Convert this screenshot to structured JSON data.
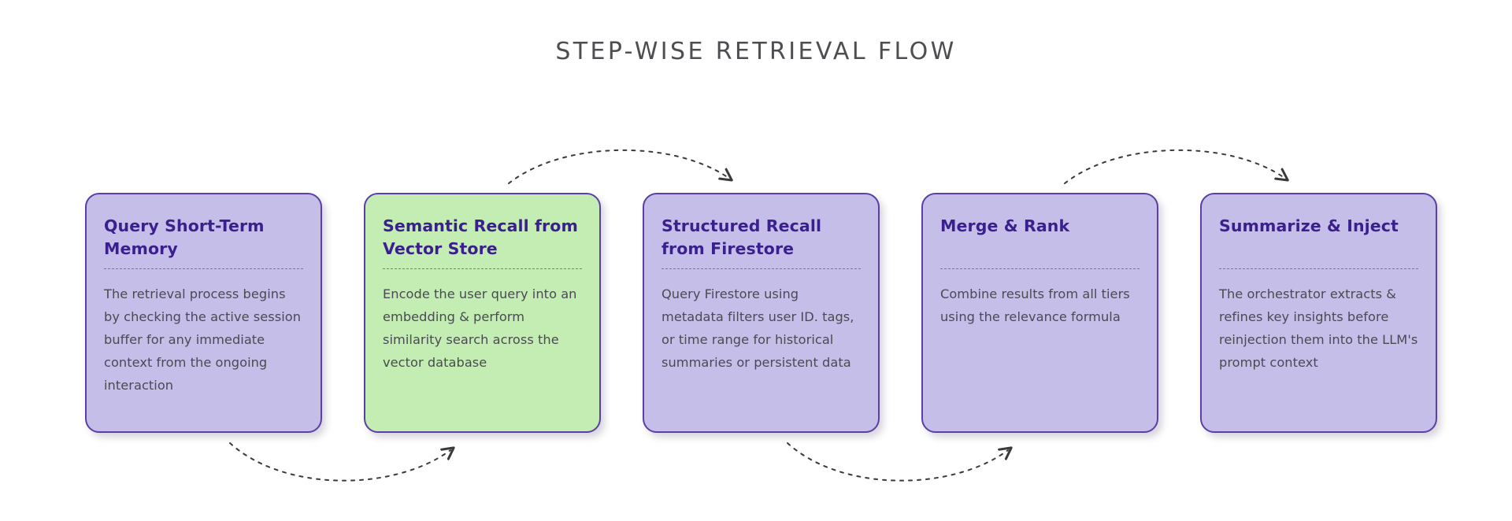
{
  "page": {
    "title": "STEP-WISE RETRIEVAL FLOW",
    "background_color": "#ffffff",
    "title_color": "#4d4d52"
  },
  "theme": {
    "card_purple_fill": "#c5bee8",
    "card_green_fill": "#c4edb4",
    "card_border": "#5b3ea8",
    "card_title_color": "#3b1f8f",
    "card_body_color": "#4a4a52",
    "divider_color": "#6d6b82",
    "arrow_color": "#3a3a3a"
  },
  "flow": {
    "steps": [
      {
        "index": 1,
        "title": "Query Short-Term Memory",
        "body": "The retrieval process begins by checking the active session buffer for any immediate context from the ongoing interaction",
        "fill": "purple"
      },
      {
        "index": 2,
        "title": "Semantic Recall from Vector Store",
        "body": "Encode the user query into an embedding & perform similarity search across the vector database",
        "fill": "green"
      },
      {
        "index": 3,
        "title": "Structured Recall from Firestore",
        "body": "Query Firestore using metadata filters user ID. tags, or time range for historical summaries or persistent data",
        "fill": "purple"
      },
      {
        "index": 4,
        "title": "Merge & Rank",
        "body": "Combine results from all tiers using the relevance formula",
        "fill": "purple"
      },
      {
        "index": 5,
        "title": "Summarize & Inject",
        "body": "The orchestrator extracts & refines key insights before reinjection them into the LLM's prompt context",
        "fill": "purple"
      }
    ],
    "connectors": [
      {
        "from": 1,
        "to": 2,
        "side": "bottom",
        "style": "dotted",
        "arrowhead": "up-right"
      },
      {
        "from": 2,
        "to": 3,
        "side": "top",
        "style": "dotted",
        "arrowhead": "down-right"
      },
      {
        "from": 3,
        "to": 4,
        "side": "bottom",
        "style": "dotted",
        "arrowhead": "up-right"
      },
      {
        "from": 4,
        "to": 5,
        "side": "top",
        "style": "dotted",
        "arrowhead": "down-right"
      }
    ]
  }
}
